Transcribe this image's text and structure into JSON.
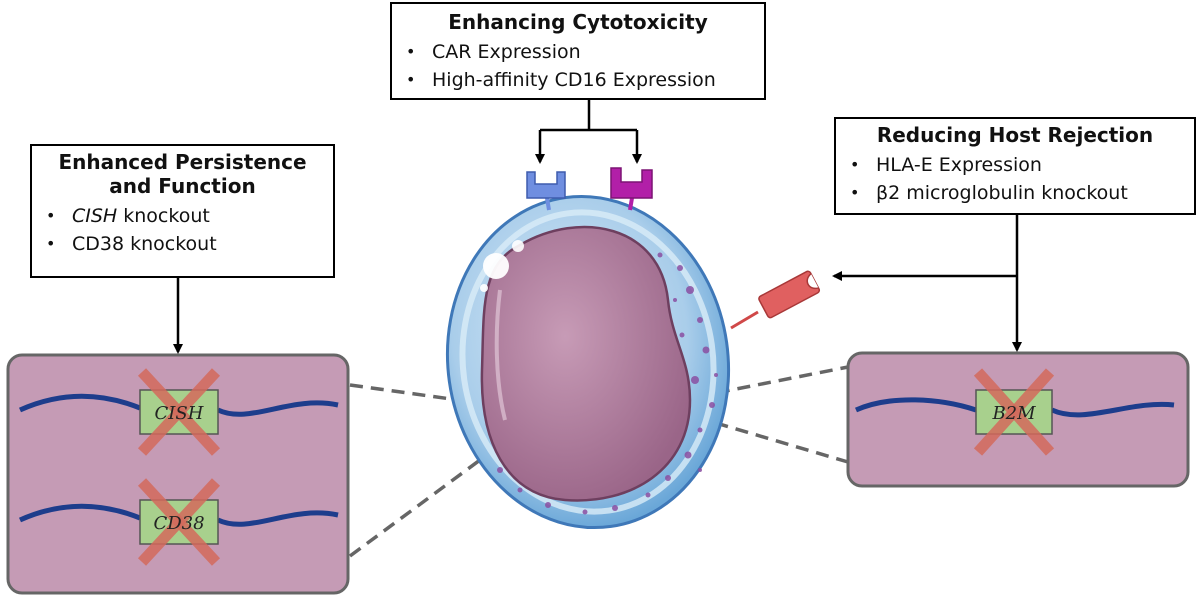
{
  "boxes": {
    "cytotoxicity": {
      "title": "Enhancing Cytotoxicity",
      "items": [
        "CAR Expression",
        "High-affinity CD16 Expression"
      ]
    },
    "persistence": {
      "title_line1": "Enhanced Persistence",
      "title_line2": "and Function",
      "items": [
        {
          "italic": "CISH",
          "rest": " knockout"
        },
        {
          "italic": "",
          "rest": "CD38 knockout"
        }
      ]
    },
    "rejection": {
      "title": "Reducing Host Rejection",
      "items": [
        "HLA-E Expression",
        "β2 microglobulin knockout"
      ]
    }
  },
  "genes": {
    "cish": "CISH",
    "cd38": "CD38",
    "b2m": "B2M"
  },
  "colors": {
    "panel_fill": "#c59bb5",
    "panel_stroke": "#666666",
    "dna": "#1d3d8c",
    "gene_box": "#a8d08d",
    "cross": "#d46a5c",
    "receptor_blue": "#6f8ee0",
    "receptor_magenta": "#b21fa8",
    "hla_red": "#e06060",
    "cell_outer": "#a8cbe8",
    "nucleus": "#b07c9c"
  }
}
